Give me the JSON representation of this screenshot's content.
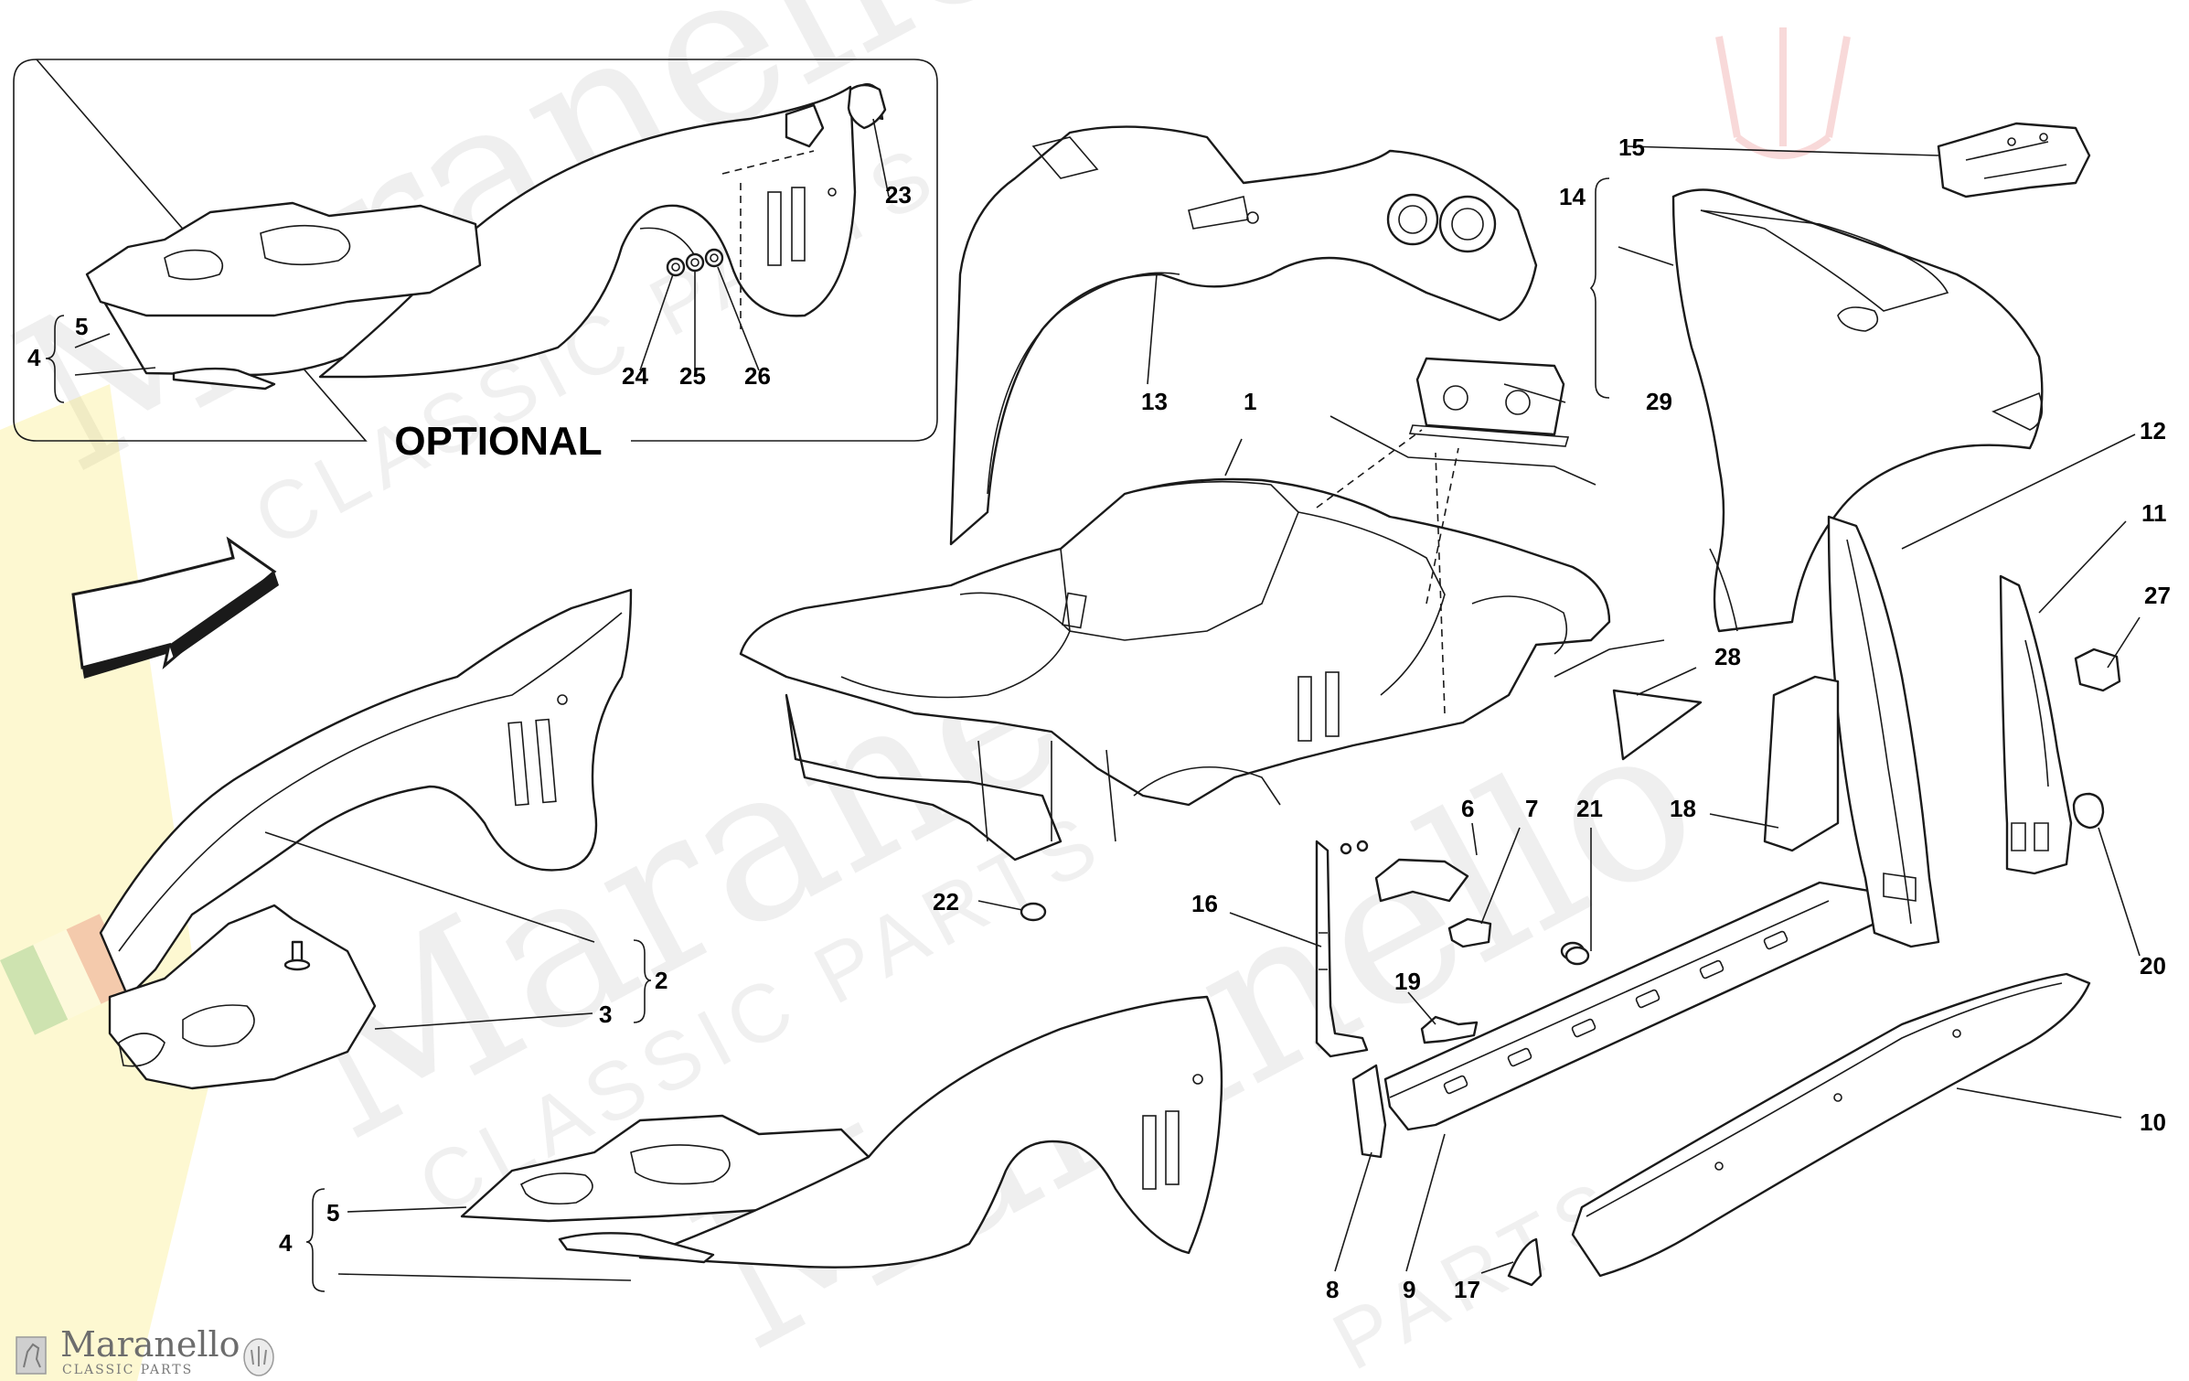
{
  "watermark": {
    "words": [
      "Maranello",
      "CLASSIC PARTS",
      "Maranello",
      "CLASSIC PARTS",
      "Maranello",
      "PARTS"
    ]
  },
  "branding": {
    "name": "Maranello",
    "tagline": "CLASSIC PARTS"
  },
  "inset": {
    "title": "OPTIONAL"
  },
  "callouts": [
    "1",
    "2",
    "3",
    "4",
    "5",
    "6",
    "7",
    "8",
    "9",
    "10",
    "11",
    "12",
    "13",
    "14",
    "15",
    "16",
    "17",
    "18",
    "19",
    "20",
    "21",
    "22",
    "23",
    "24",
    "25",
    "26",
    "27",
    "28",
    "29"
  ],
  "inset_callouts": {
    "c4": "4",
    "c5": "5",
    "c23": "23",
    "c24": "24",
    "c25": "25",
    "c26": "26"
  },
  "main_callouts": {
    "c1": "1",
    "c2": "2",
    "c3": "3",
    "c4": "4",
    "c5": "5",
    "c6": "6",
    "c7": "7",
    "c8": "8",
    "c9": "9",
    "c10": "10",
    "c11": "11",
    "c12": "12",
    "c13": "13",
    "c14": "14",
    "c15": "15",
    "c16": "16",
    "c17": "17",
    "c18": "18",
    "c19": "19",
    "c20": "20",
    "c21": "21",
    "c22": "22",
    "c27": "27",
    "c28": "28",
    "c29": "29"
  },
  "colors": {
    "line": "#1a1a1a",
    "watermark": "#8a8a8a",
    "flag_red": "#d62b2b",
    "flag_green": "#2e9a3e",
    "shield_yellow": "#f2d600"
  }
}
